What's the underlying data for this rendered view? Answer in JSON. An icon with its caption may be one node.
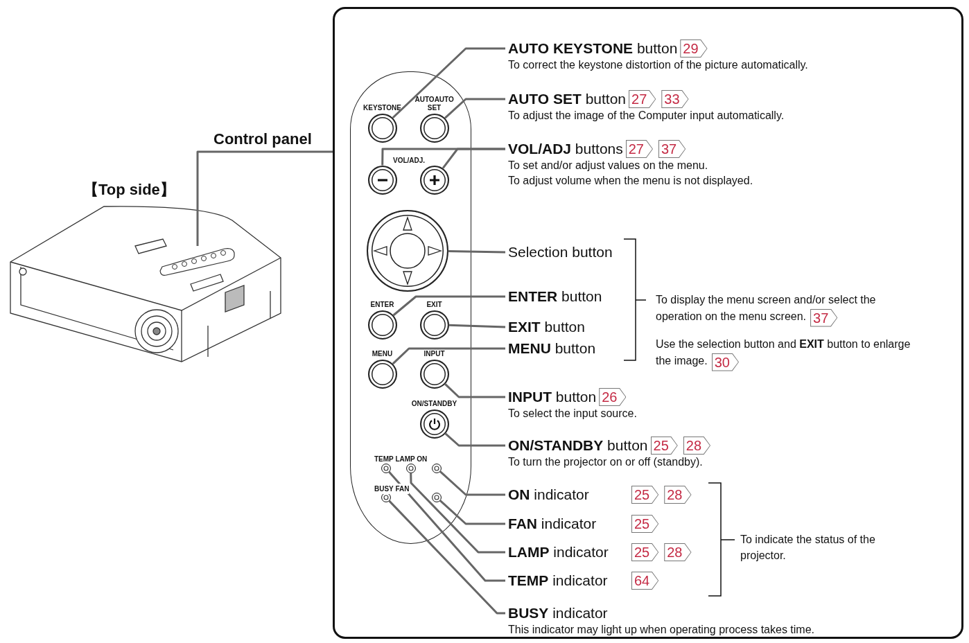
{
  "diagram": {
    "nodes": [
      {
        "text": [],
        "shape": "box"
      },
      {
        "text": [],
        "shape": "box"
      },
      {
        "text": [],
        "shape": "box",
        "in": 1
      },
      {
        "text": [
          "KEYSTONE"
        ],
        "in": 2
      },
      {
        "text": [
          "AUTOAUTO SET"
        ],
        "in": 2
      },
      {
        "text": [],
        "shape": "circle",
        "in": 2
      },
      {
        "text": [],
        "shape": "circle",
        "in": 2
      },
      {
        "text": [],
        "shape": "circle",
        "in": 2
      },
      {
        "text": [
          "ENTER"
        ],
        "in": 2
      },
      {
        "text": [
          "EXIT"
        ],
        "in": 2
      },
      {
        "text": [
          "MENU"
        ],
        "in": 2
      },
      {
        "text": [
          "INPUT"
        ],
        "in": 2
      },
      {
        "text": [
          "ON/STANDBY"
        ],
        "in": 2
      },
      {
        "text": [],
        "shape": "circle",
        "in": 2
      },
      {
        "text": [],
        "shape": "circle",
        "in": 2
      },
      {
        "text": [],
        "shape": "circle",
        "in": 2
      },
      {
        "text": [],
        "shape": "circle",
        "in": 2
      },
      {
        "text": [],
        "shape": "circle",
        "in": 2
      },
      {
        "text": [
          "**AUTO KEYSTONE** button",
          "To correct the keystone distortion of the picture automatically."
        ],
        "beside": [
          "29"
        ],
        "in": 1
      },
      {
        "text": [
          "**AUTO SET** button",
          "To adjust the image of the Computer input automatically."
        ],
        "beside": [
          "27",
          "33"
        ],
        "in": 1
      },
      {
        "text": [
          "**VOL/ADJ** buttons",
          "To set and/or adjust values on the menu.",
          "To adjust volume when the menu is not displayed."
        ],
        "beside": [
          "27",
          "37"
        ],
        "in": 1
      },
      {
        "text": [
          "Selection button"
        ],
        "in": 1
      },
      {
        "text": [
          "**ENTER** button"
        ],
        "in": 1
      },
      {
        "text": [
          "**EXIT** button"
        ],
        "in": 1
      },
      {
        "text": [
          "**MENU** button"
        ],
        "in": 1
      },
      {
        "text": [
          "**INPUT** button",
          "To select the input source."
        ],
        "beside": [
          "26"
        ],
        "in": 1
      },
      {
        "text": [
          "**ON/STANDBY** button",
          "To turn the projector on or off (standby)."
        ],
        "beside": [
          "25",
          "28"
        ],
        "in": 1
      },
      {
        "text": [
          "**ON** indicator"
        ],
        "beside": [
          "25",
          "28"
        ],
        "in": 1
      },
      {
        "text": [
          "**FAN** indicator"
        ],
        "beside": [
          "25"
        ],
        "in": 1
      },
      {
        "text": [
          "**LAMP** indicator"
        ],
        "beside": [
          "25",
          "28"
        ],
        "in": 1
      },
      {
        "text": [
          "**TEMP** indicator"
        ],
        "beside": [
          "64"
        ],
        "in": 1
      },
      {
        "text": [
          "**BUSY** indicator",
          "This indicator may light up when operating process takes time."
        ],
        "in": 1
      },
      {
        "text": [
          "To display the menu screen and/or select the operation on the menu screen."
        ],
        "beside": [
          "37"
        ],
        "in": 1
      },
      {
        "text": [
          "Use the selection button and **EXIT** button to enlarge the image."
        ],
        "beside": [
          "30"
        ],
        "in": 1
      }
    ],
    "edges": [
      {
        "from": 0,
        "to": 1,
        "arrow": "none"
      },
      {
        "from": 18,
        "to": 3,
        "arrow": "none"
      },
      {
        "from": 19,
        "to": 4,
        "arrow": "none"
      },
      {
        "from": 20,
        "to": 5,
        "arrow": "none"
      },
      {
        "from": 20,
        "to": 6,
        "arrow": "none"
      },
      {
        "from": 21,
        "to": 7,
        "arrow": "none"
      },
      {
        "from": 22,
        "to": 8,
        "arrow": "none"
      },
      {
        "from": 23,
        "to": 9,
        "arrow": "none"
      },
      {
        "from": 24,
        "to": 10,
        "arrow": "none"
      },
      {
        "from": 25,
        "to": 11,
        "arrow": "none"
      },
      {
        "from": 26,
        "to": 12,
        "arrow": "none"
      },
      {
        "from": 27,
        "to": 15,
        "arrow": "none"
      },
      {
        "from": 28,
        "to": 17,
        "arrow": "none"
      },
      {
        "from": 29,
        "to": 14,
        "arrow": "none"
      },
      {
        "from": 30,
        "to": 13,
        "arrow": "none"
      },
      {
        "from": 31,
        "to": 16,
        "arrow": "none"
      }
    ],
    "labels": [
      "【Top side】",
      "Control panel",
      "VOL/ADJ.",
      "TEMP LAMP ON",
      "BUSY FAN",
      "To indicate the status of the projector."
    ]
  }
}
